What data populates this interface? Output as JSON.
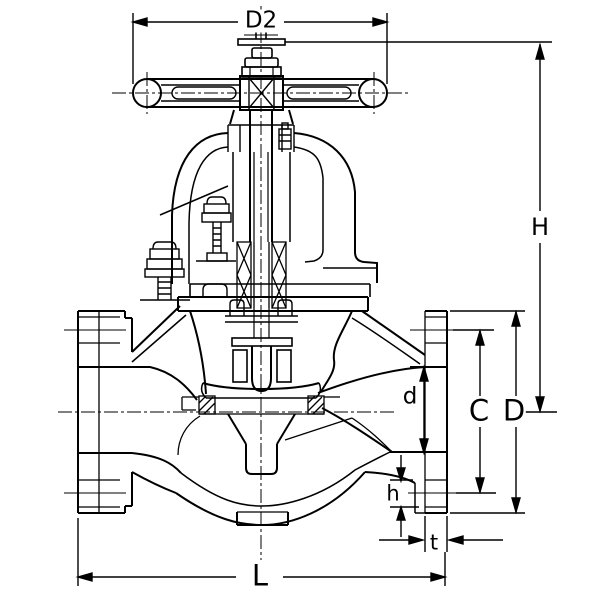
{
  "page": {
    "background": "#ffffff",
    "line_color": "#000000"
  },
  "drawing": {
    "subject": "flanged-globe-valve-cross-section",
    "labels": {
      "d2": "D2",
      "height": "H",
      "bore": "d",
      "bolt_circle": "C",
      "flange_od": "D",
      "bolt_hole": "h",
      "thickness": "t",
      "length": "L"
    }
  }
}
